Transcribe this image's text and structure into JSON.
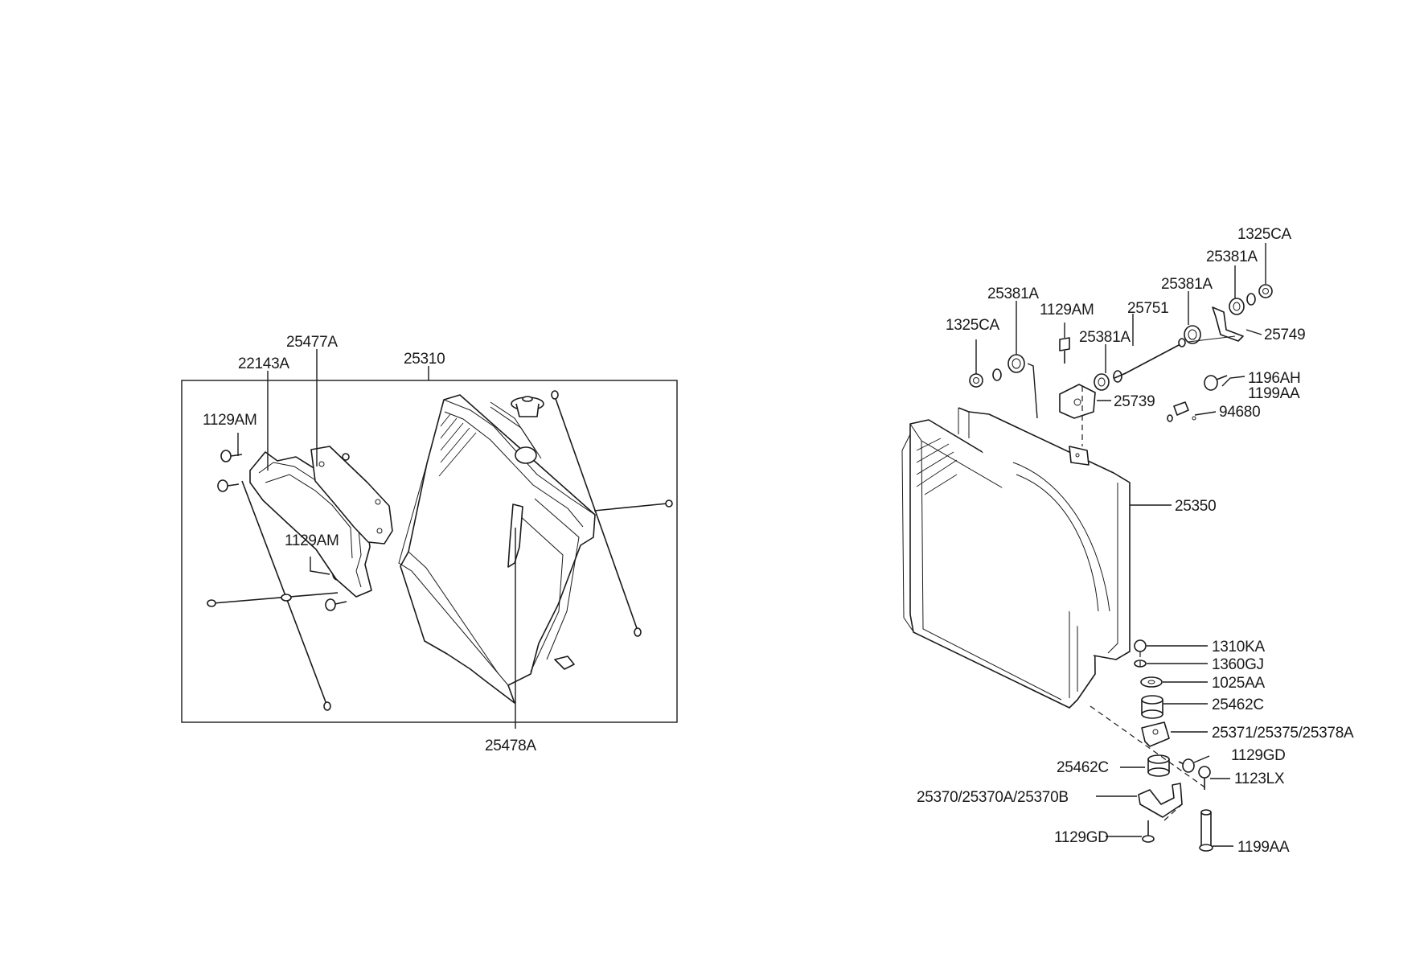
{
  "left_assembly": {
    "labels": {
      "l_25477A": "25477A",
      "l_22143A": "22143A",
      "l_25310": "25310",
      "l_1129AM_a": "1129AM",
      "l_1129AM_b": "1129AM",
      "l_25478A": "25478A"
    }
  },
  "right_assembly": {
    "labels": {
      "l_1325CA_top": "1325CA",
      "l_25381A_a": "25381A",
      "l_25381A_b": "25381A",
      "l_25381A_c": "25381A",
      "l_25381A_d": "25381A",
      "l_1129AM": "1129AM",
      "l_25751": "25751",
      "l_1325CA_left": "1325CA",
      "l_25749": "25749",
      "l_1196AH": "1196AH",
      "l_1199AA_top": "1199AA",
      "l_25739": "25739",
      "l_94680": "94680",
      "l_25350": "25350",
      "l_1310KA": "1310KA",
      "l_1360GJ": "1360GJ",
      "l_1025AA": "1025AA",
      "l_25462C_a": "25462C",
      "l_25371": "25371/25375/25378A",
      "l_25462C_b": "25462C",
      "l_1129GD_a": "1129GD",
      "l_1123LX": "1123LX",
      "l_25370": "25370/25370A/25370B",
      "l_1129GD_b": "1129GD",
      "l_1199AA_bottom": "1199AA"
    }
  }
}
